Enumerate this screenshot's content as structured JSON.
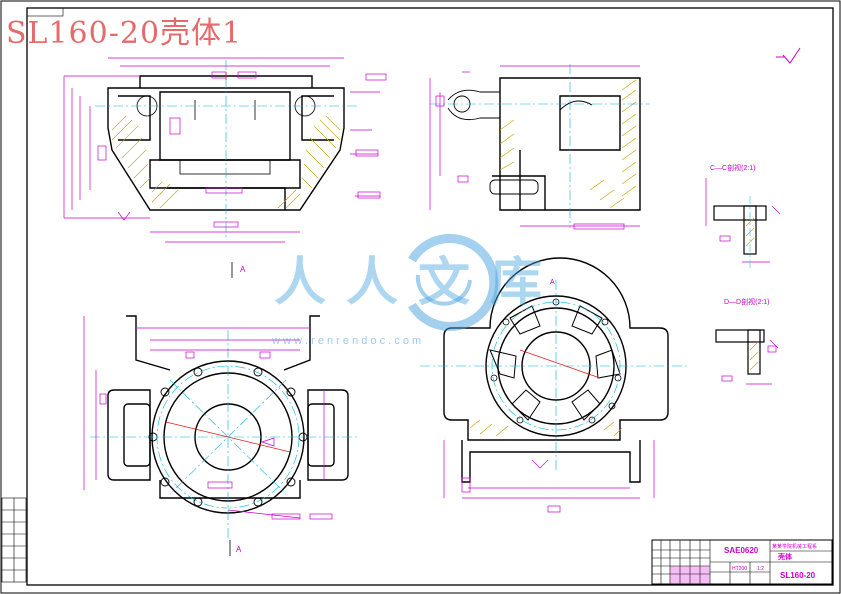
{
  "overlay_title": "SL160-20壳体1",
  "watermark": {
    "brand": "人人文库",
    "url": "w w w . r e n r e n d o c . c o m"
  },
  "section_labels": {
    "view_c": "C—C剖视(2:1)",
    "view_d": "D—D剖视(2:1)",
    "arrow_a_top": "A",
    "arrow_a_bottom": "A",
    "arrow_a_right": "A"
  },
  "title_block": {
    "drawing_code": "SAE0620",
    "school": "某某学院机械工程系",
    "part_name": "壳体",
    "drawing_number": "SL160-20",
    "material": "HT200",
    "scale": "1:2"
  },
  "colors": {
    "outline": "#000000",
    "dimension": "#cc00cc",
    "center": "#00b4d8",
    "hatch": "#c8a000",
    "red": "#e41e1e",
    "green": "#2fa02f"
  }
}
